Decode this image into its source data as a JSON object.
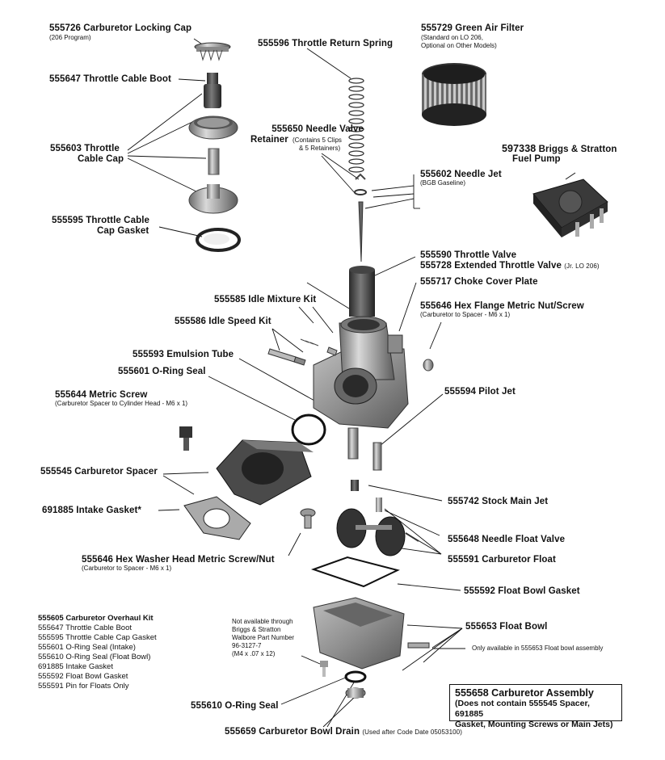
{
  "labels": {
    "locking_cap": {
      "pn": "555726",
      "name": "Carburetor Locking Cap",
      "note": "(206 Program)"
    },
    "return_spring": {
      "pn": "555596",
      "name": "Throttle Return Spring"
    },
    "air_filter": {
      "pn": "555729",
      "name": "Green Air Filter",
      "note1": "(Standard on LO 206,",
      "note2": "Optional on Other Models)"
    },
    "cable_boot": {
      "pn": "555647",
      "name": "Throttle Cable Boot"
    },
    "needle_retainer": {
      "pn": "555650",
      "name1": "Needle Valve",
      "name2": "Retainer",
      "note1": "(Contains 5 Clips",
      "note2": "& 5 Retainers)"
    },
    "cable_cap": {
      "pn": "555603",
      "name1": "Throttle",
      "name2": "Cable Cap"
    },
    "fuel_pump": {
      "pn": "597338",
      "name1": "Briggs & Stratton",
      "name2": "Fuel Pump"
    },
    "needle_jet": {
      "pn": "555602",
      "name": "Needle Jet",
      "note": "(BGB Gaseline)"
    },
    "cap_gasket": {
      "pn": "555595",
      "name1": "Throttle Cable",
      "name2": "Cap Gasket"
    },
    "throttle_valve": {
      "pn": "555590",
      "name": "Throttle Valve"
    },
    "ext_throttle_valve": {
      "pn": "555728",
      "name": "Extended Throttle Valve",
      "note": "(Jr. LO 206)"
    },
    "choke_plate": {
      "pn": "555717",
      "name": "Choke Cover Plate"
    },
    "idle_mixture": {
      "pn": "555585",
      "name": "Idle Mixture Kit"
    },
    "hex_flange": {
      "pn": "555646",
      "name": "Hex Flange Metric Nut/Screw",
      "note": "(Carburetor to Spacer - M6 x 1)"
    },
    "idle_speed": {
      "pn": "555586",
      "name": "Idle Speed Kit"
    },
    "emulsion_tube": {
      "pn": "555593",
      "name": "Emulsion Tube"
    },
    "oring_seal": {
      "pn": "555601",
      "name": "O-Ring Seal"
    },
    "metric_screw": {
      "pn": "555644",
      "name": "Metric Screw",
      "note": "(Carburetor Spacer to Cylinder Head - M6 x 1)"
    },
    "pilot_jet": {
      "pn": "555594",
      "name": "Pilot Jet"
    },
    "spacer": {
      "pn": "555545",
      "name": "Carburetor Spacer"
    },
    "main_jet": {
      "pn": "555742",
      "name": "Stock Main Jet"
    },
    "intake_gasket": {
      "pn": "691885",
      "name": "Intake Gasket*"
    },
    "float_valve": {
      "pn": "555648",
      "name": "Needle Float Valve"
    },
    "hex_washer": {
      "pn": "555646",
      "name": "Hex Washer Head Metric Screw/Nut",
      "note": "(Carburetor to Spacer - M6 x 1)"
    },
    "float": {
      "pn": "555591",
      "name": "Carburetor Float"
    },
    "bowl_gasket": {
      "pn": "555592",
      "name": "Float Bowl Gasket"
    },
    "float_bowl": {
      "pn": "555653",
      "name": "Float Bowl"
    },
    "bowl_oring": {
      "pn": "555610",
      "name": "O-Ring Seal"
    },
    "bowl_drain": {
      "pn": "555659",
      "name": "Carburetor Bowl Drain",
      "note": "(Used after Code Date 05053100)"
    }
  },
  "not_available": [
    "Not available through",
    "Briggs & Stratton",
    "Walbore Part Number",
    "96-3127-7",
    "(M4 x .07 x 12)"
  ],
  "only_available": "Only available in 555653 Float bowl assembly",
  "overhaul_kit": {
    "title": "555605 Carburetor Overhaul Kit",
    "items": [
      "555647 Throttle Cable Boot",
      "555595 Throttle Cable Cap Gasket",
      "555601 O-Ring Seal (Intake)",
      "555610 O-Ring Seal (Float Bowl)",
      "691885 Intake Gasket",
      "555592 Float Bowl Gasket",
      "555591 Pin for Floats Only"
    ]
  },
  "assembly": {
    "title": "555658 Carburetor Assembly",
    "lines": [
      "(Does not contain 555545 Spacer, 691885",
      "Gasket, Mounting Screws or Main Jets)"
    ]
  }
}
